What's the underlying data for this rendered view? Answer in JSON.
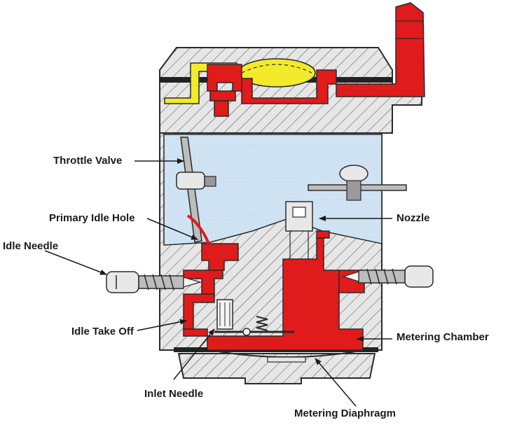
{
  "colors": {
    "fuel_red": "#e01b1b",
    "pulse_yellow": "#f2ea2a",
    "air_blue": "#cfe3f3",
    "body_gray": "#d9d9d9",
    "gasket_black": "#222222",
    "outline": "#2a2a2a",
    "label_text": "#1a1a1a"
  },
  "labels": {
    "throttle_valve": "Throttle Valve",
    "primary_idle_hole": "Primary Idle Hole",
    "idle_needle": "Idle Needle",
    "idle_take_off": "Idle Take Off",
    "inlet_needle": "Inlet Needle",
    "metering_diaphragm": "Metering Diaphragm",
    "metering_chamber": "Metering Chamber",
    "nozzle": "Nozzle"
  }
}
